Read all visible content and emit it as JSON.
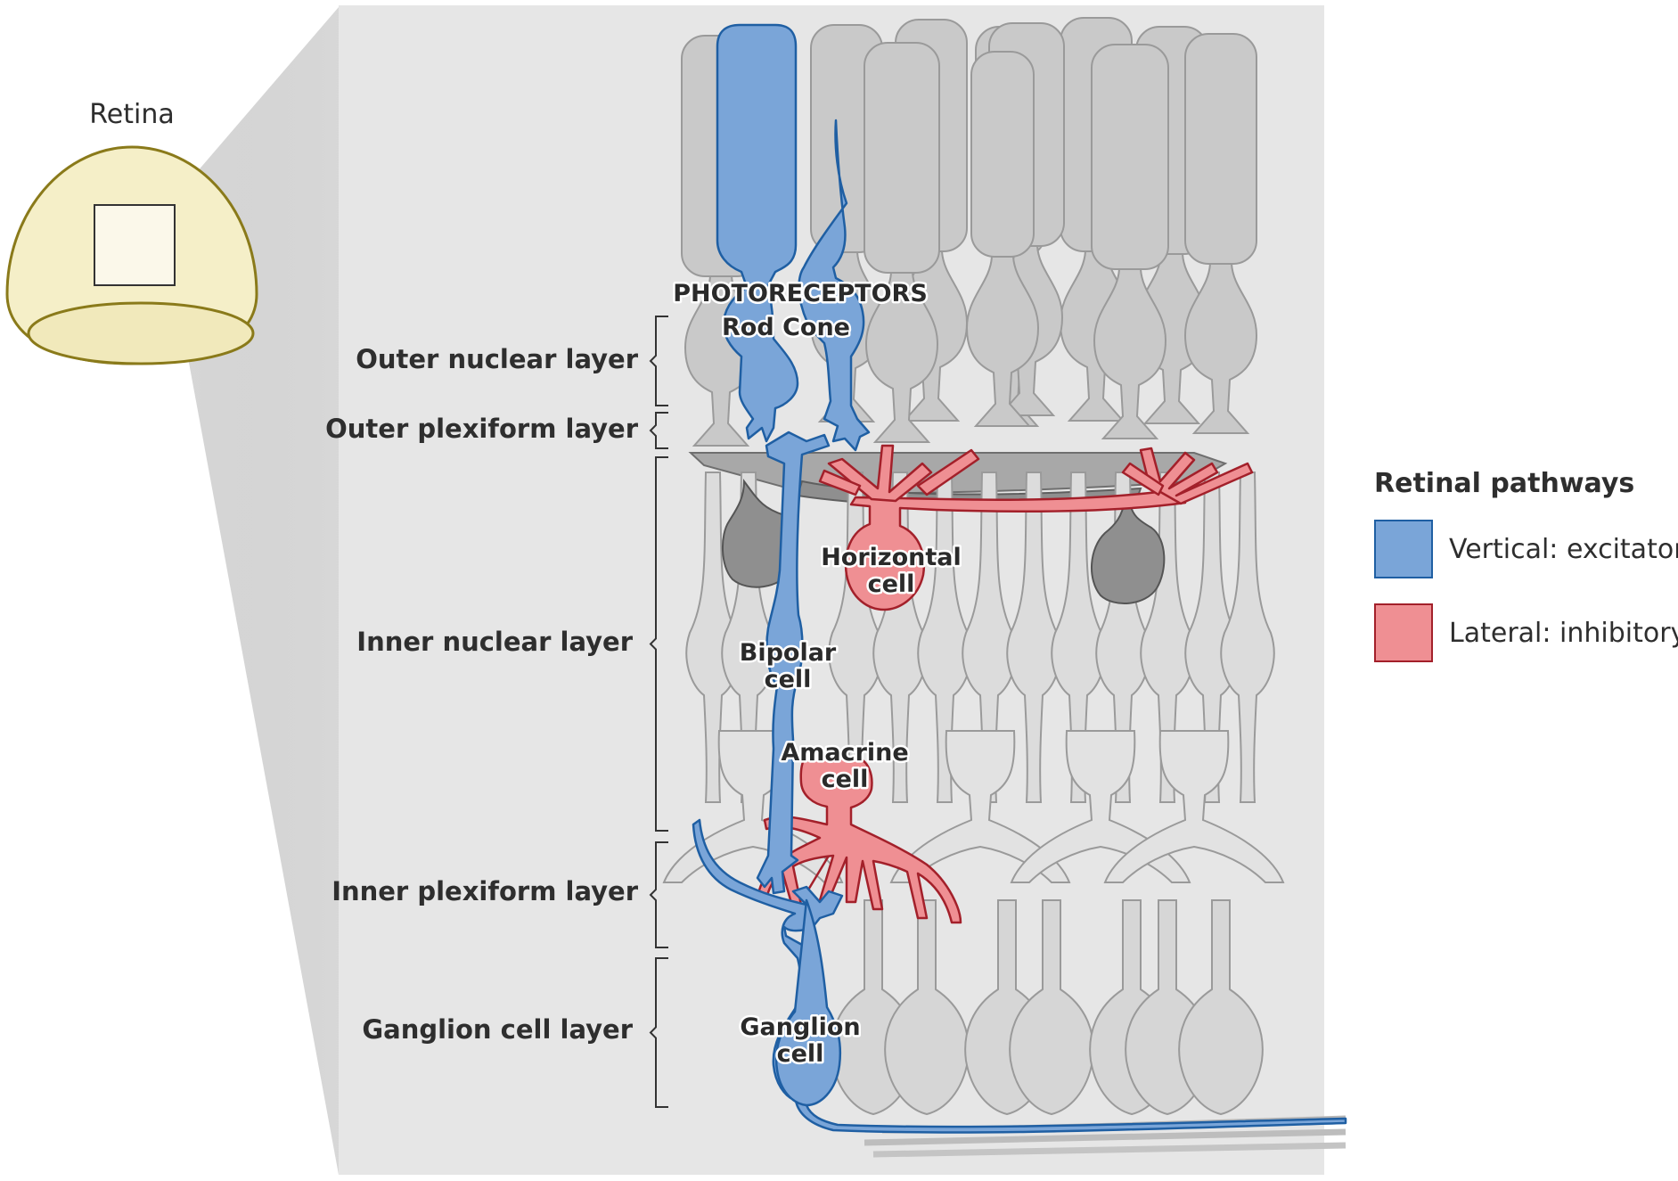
{
  "retina": {
    "title": "Retina"
  },
  "layers": [
    "Outer nuclear layer",
    "Outer plexiform layer",
    "Inner nuclear layer",
    "Inner plexiform layer",
    "Ganglion cell layer"
  ],
  "cells": {
    "photoreceptors": "PHOTORECEPTORS",
    "rod_cone": "Rod Cone",
    "horizontal": [
      "Horizontal",
      "cell"
    ],
    "bipolar": [
      "Bipolar",
      "cell"
    ],
    "amacrine": [
      "Amacrine",
      "cell"
    ],
    "ganglion": [
      "Ganglion",
      "cell"
    ]
  },
  "legend": {
    "title": "Retinal pathways",
    "items": [
      {
        "label": "Vertical: excitatory",
        "fill": "#7aa5d8",
        "stroke": "#1f5fa3"
      },
      {
        "label": "Lateral: inhibitory",
        "fill": "#ef8f93",
        "stroke": "#a3202a"
      }
    ]
  },
  "colors": {
    "background_panel": "#e6e6e6",
    "cell_gray": "#c9c9c9",
    "cell_gray_light": "#dcdcdc",
    "cell_outline": "#9a9a9a",
    "dark_cell": "#8f8f8f",
    "excitatory_fill": "#7aa5d8",
    "excitatory_stroke": "#1f5fa3",
    "inhibitory_fill": "#ef8f93",
    "inhibitory_stroke": "#a3202a",
    "retina_fill": "#f5efc8",
    "retina_stroke": "#8a7a1a"
  }
}
